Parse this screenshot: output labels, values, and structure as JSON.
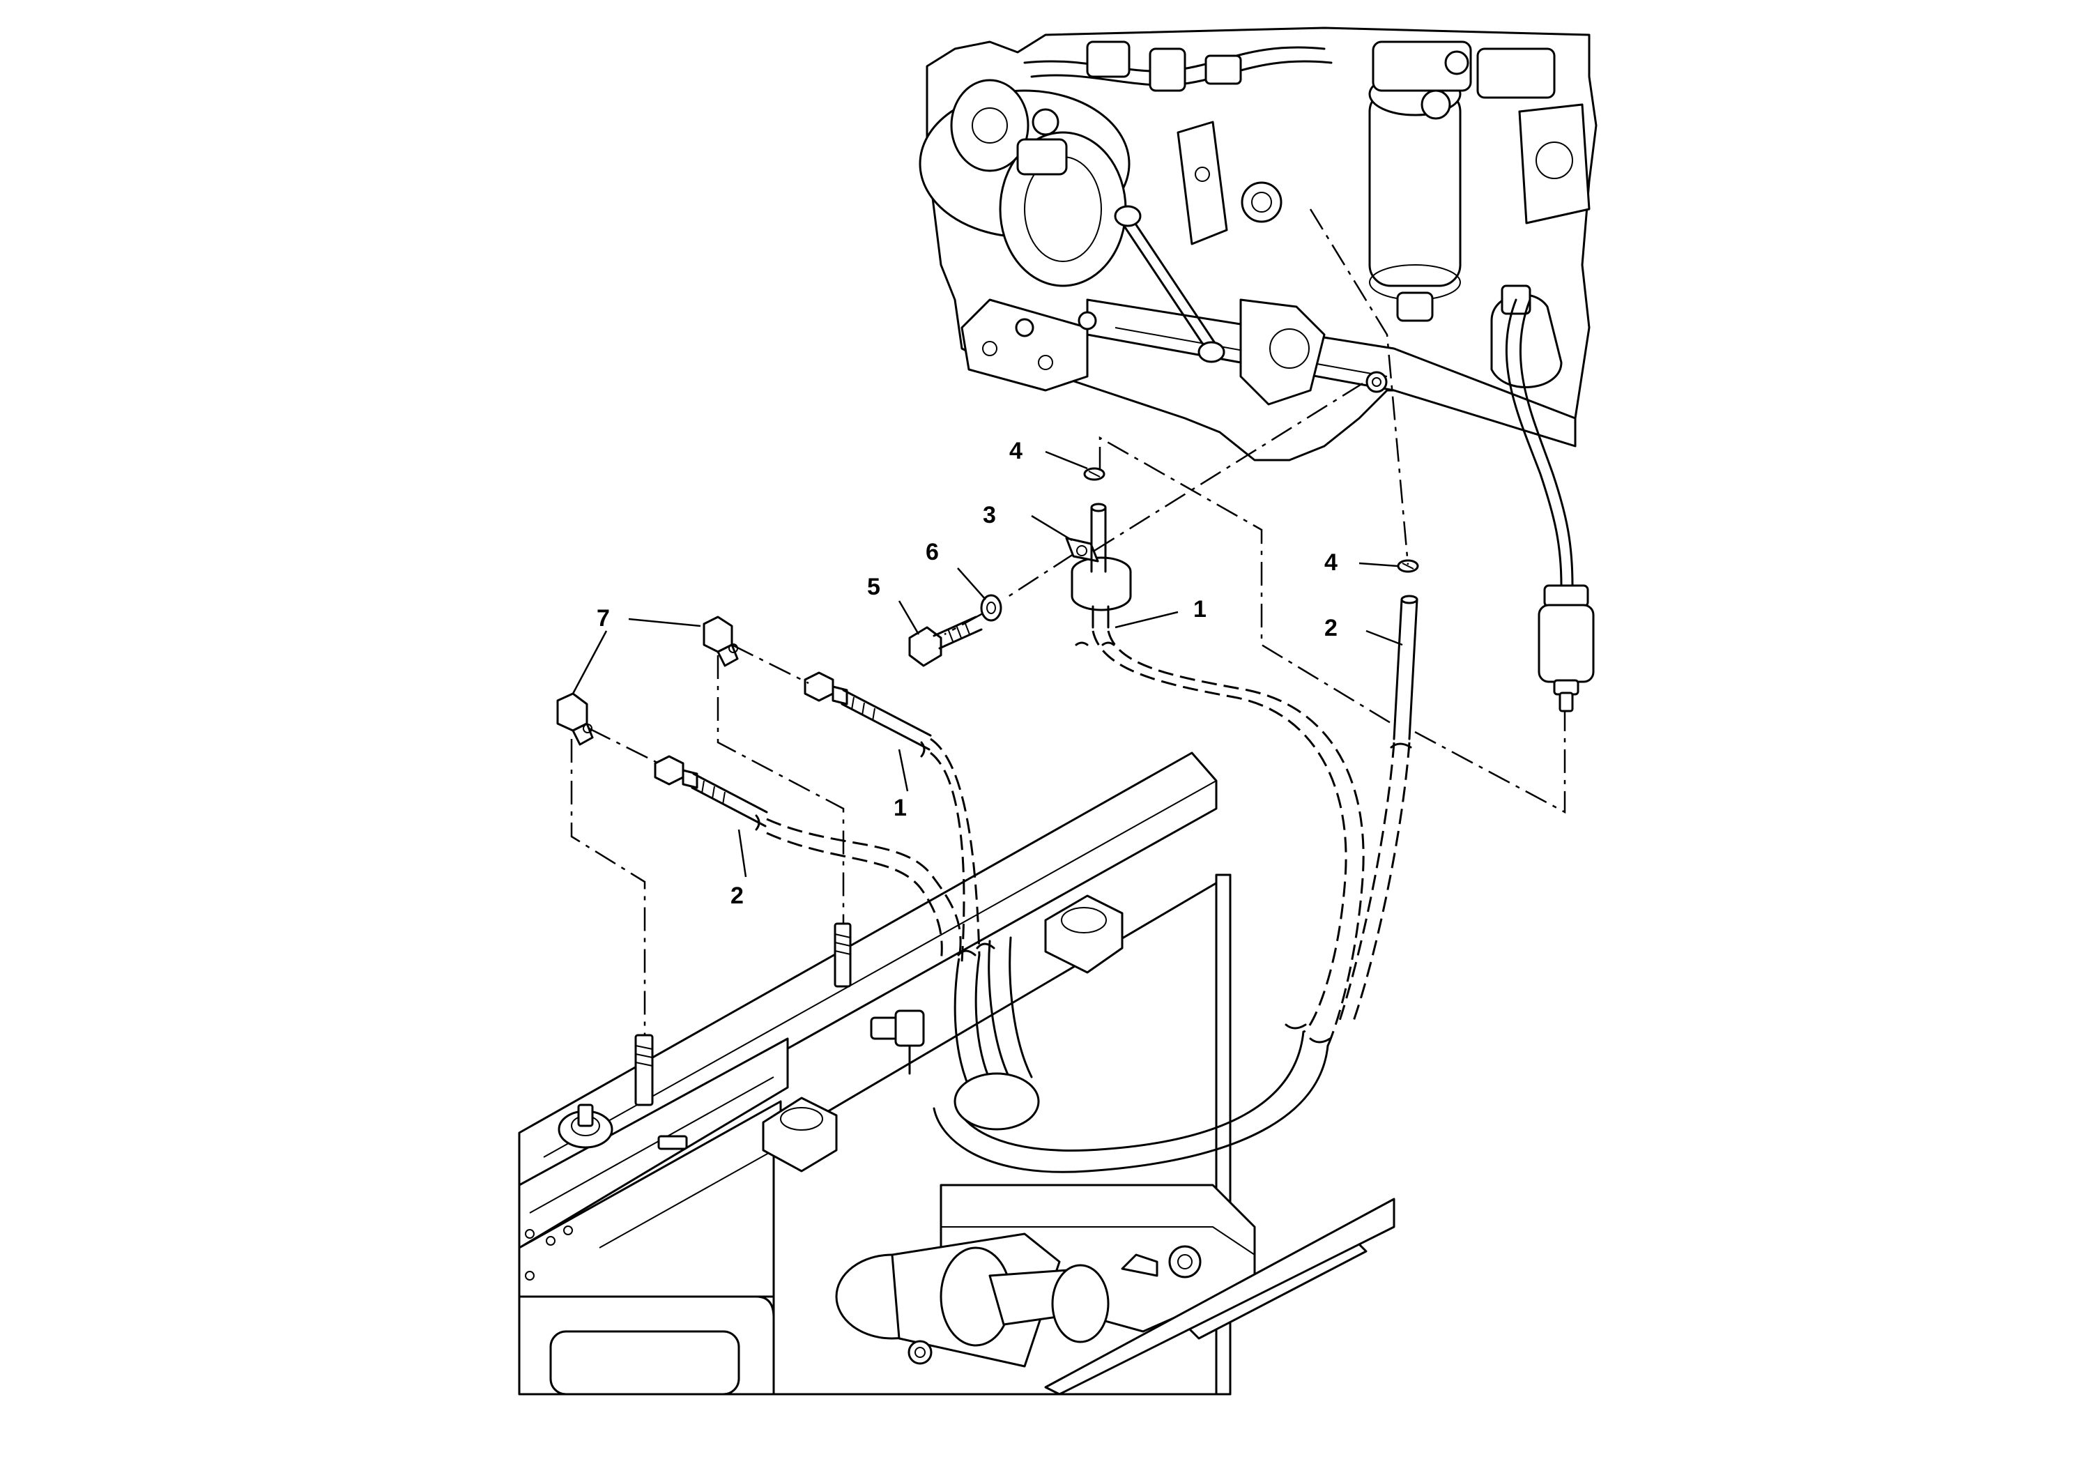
{
  "callouts": [
    {
      "id": "c1a",
      "label": "1"
    },
    {
      "id": "c1b",
      "label": "1"
    },
    {
      "id": "c2a",
      "label": "2"
    },
    {
      "id": "c2b",
      "label": "2"
    },
    {
      "id": "c3",
      "label": "3"
    },
    {
      "id": "c4a",
      "label": "4"
    },
    {
      "id": "c4b",
      "label": "4"
    },
    {
      "id": "c5",
      "label": "5"
    },
    {
      "id": "c6",
      "label": "6"
    },
    {
      "id": "c7",
      "label": "7"
    }
  ]
}
